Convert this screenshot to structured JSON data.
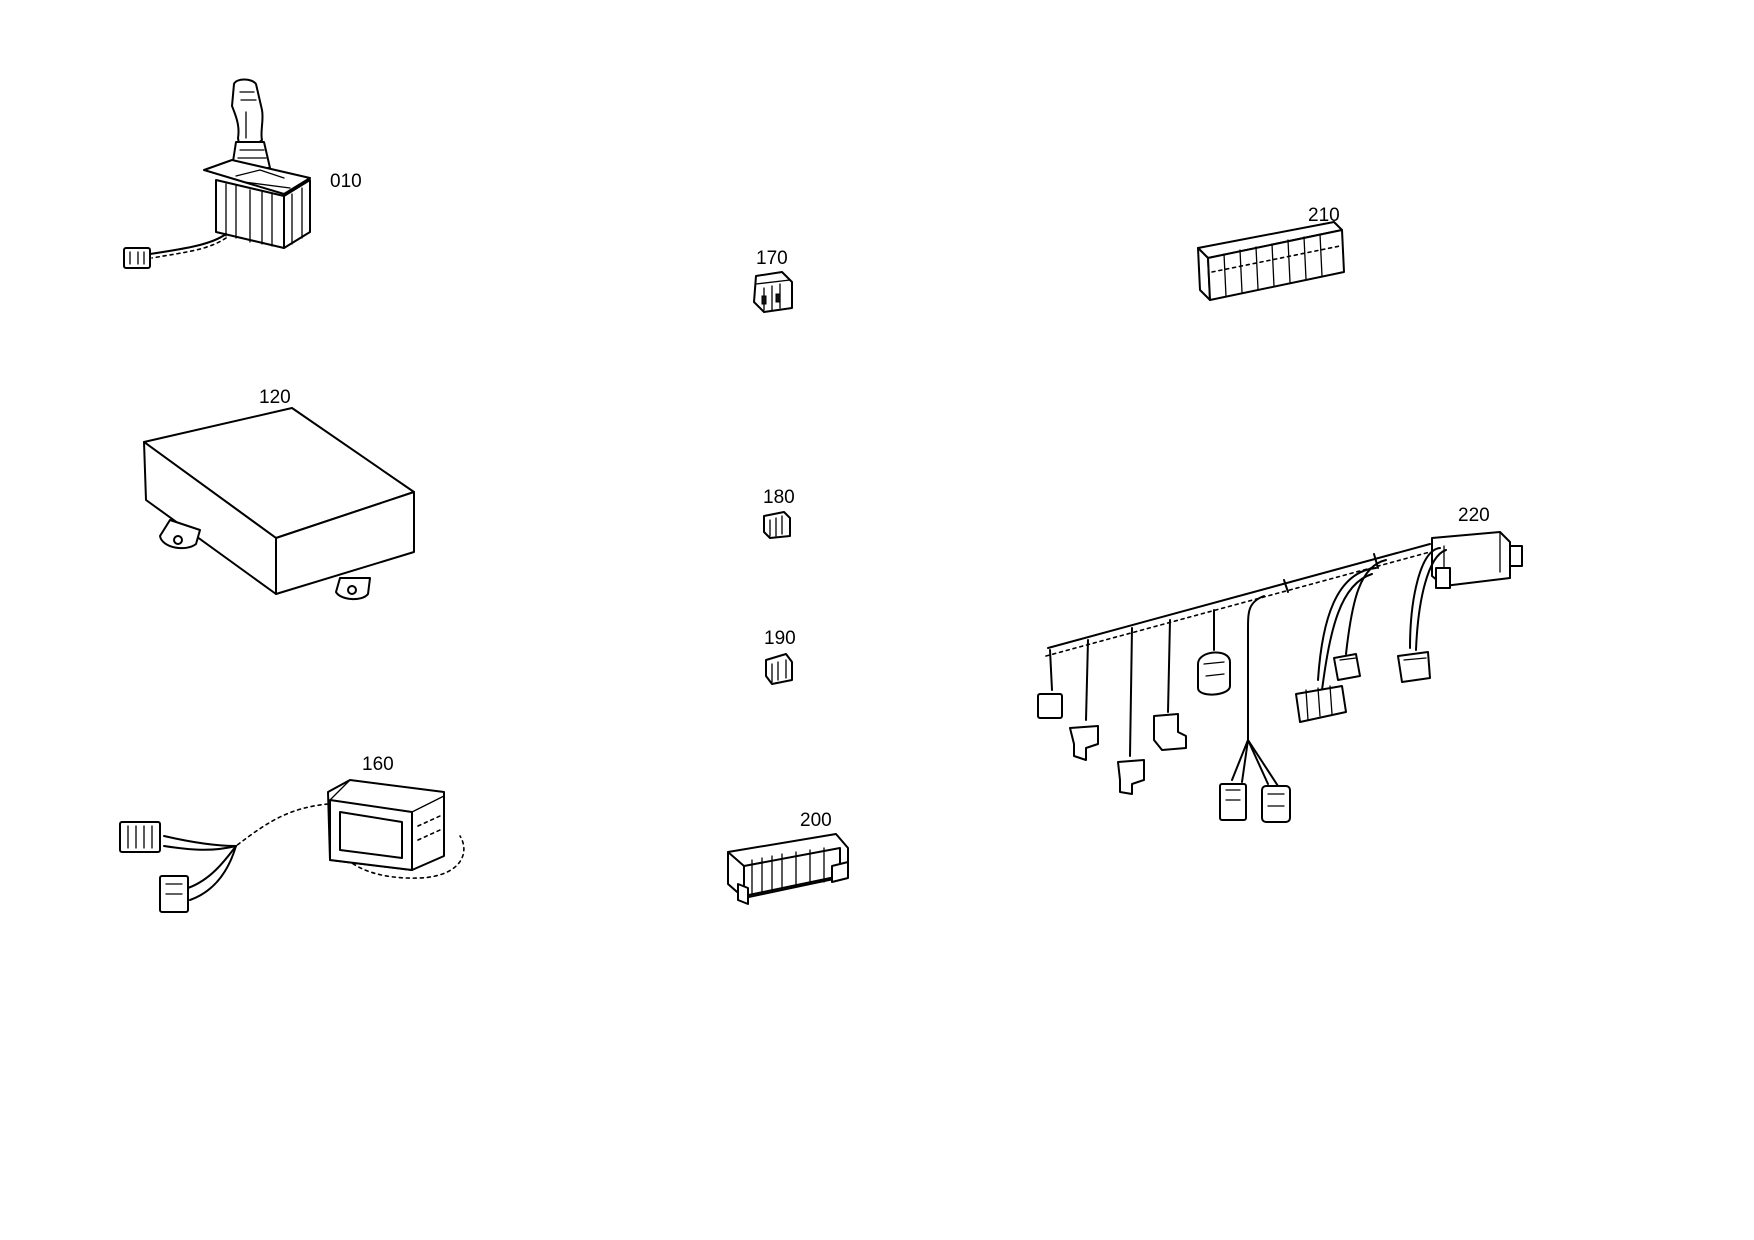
{
  "diagram": {
    "parts": [
      {
        "id": "part-010",
        "callout": "010"
      },
      {
        "id": "part-120",
        "callout": "120"
      },
      {
        "id": "part-160",
        "callout": "160"
      },
      {
        "id": "part-170",
        "callout": "170"
      },
      {
        "id": "part-180",
        "callout": "180"
      },
      {
        "id": "part-190",
        "callout": "190"
      },
      {
        "id": "part-200",
        "callout": "200"
      },
      {
        "id": "part-210",
        "callout": "210"
      },
      {
        "id": "part-220",
        "callout": "220"
      }
    ]
  }
}
